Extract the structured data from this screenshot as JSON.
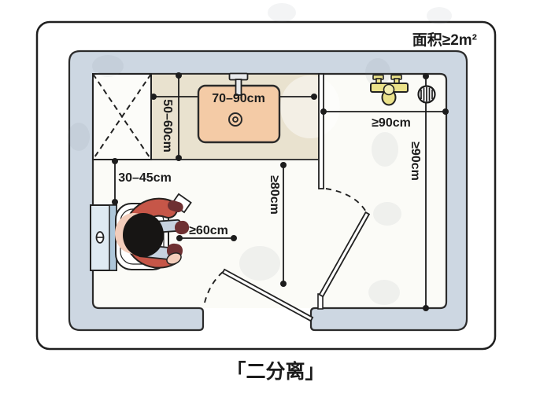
{
  "frame": {
    "area_note": "面积≥2m²",
    "caption": "「二分离」"
  },
  "dimensions": {
    "counter_depth": "50–60cm",
    "sink_width": "70–90cm",
    "toilet_offset": "30–45cm",
    "toilet_clearance": "≥60cm",
    "passage": "≥80cm",
    "shower_room_width": "≥90cm",
    "shower_room_depth": "≥90cm"
  },
  "colors": {
    "wall": "#cdd7e2",
    "floor": "#fbfbf7",
    "counter": "#e9e2cf",
    "sink": "#f4cba6",
    "fixture_yellow": "#ebe28a",
    "fixture_yellow_light": "#f3eeb2",
    "body_red": "#c65648",
    "leg_blue": "#c7d2df",
    "skin": "#f3cdbb",
    "tank_blue": "#dfeaf2",
    "tank_strip_blue": "#aec7da",
    "line": "#1c1c1c"
  }
}
